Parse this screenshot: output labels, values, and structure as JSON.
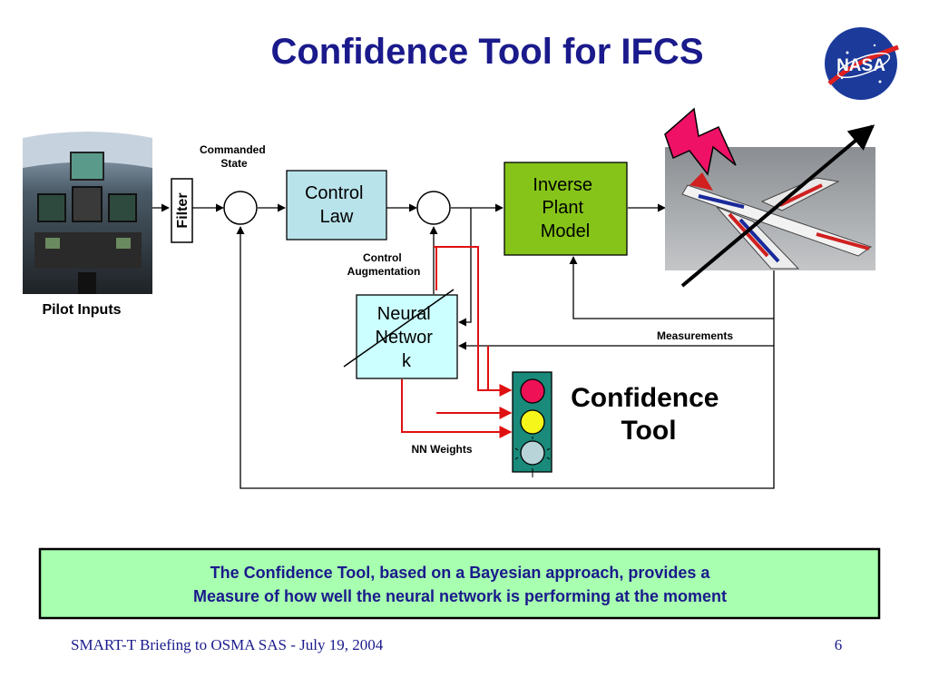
{
  "slide": {
    "title": "Confidence Tool for IFCS",
    "footer_left": "SMART-T Briefing to OSMA SAS - July 19, 2004",
    "page_number": "6"
  },
  "logo": {
    "text": "NASA",
    "icon": "nasa-meatball-icon"
  },
  "diagram": {
    "pilot_label": "Pilot Inputs",
    "filter_label": "Filter",
    "commanded_state": [
      "Commanded",
      "State"
    ],
    "control_law": [
      "Control",
      "Law"
    ],
    "inverse_plant_model": [
      "Inverse",
      "Plant",
      "Model"
    ],
    "control_augmentation": [
      "Control",
      "Augmentation"
    ],
    "neural_network": [
      "Neural",
      "Networ",
      "k"
    ],
    "measurements": "Measurements",
    "nn_weights": "NN Weights",
    "confidence_tool": [
      "Confidence",
      "Tool"
    ]
  },
  "callout": {
    "line1": "The Confidence Tool, based on a Bayesian approach, provides a",
    "line2": "Measure of how well the  neural network is performing at the moment"
  },
  "colors": {
    "title": "#1a1a8c",
    "control_law_fill": "#b9e3ea",
    "inverse_plant_fill": "#86c41a",
    "neural_network_fill": "#ccffff",
    "traffic_light_body": "#1a8a7a",
    "light_red": "#ee1155",
    "light_yellow": "#f6f61a",
    "light_off": "#b8d4d8",
    "callout_fill": "#a8ffb0",
    "signal_red": "#e01010"
  }
}
